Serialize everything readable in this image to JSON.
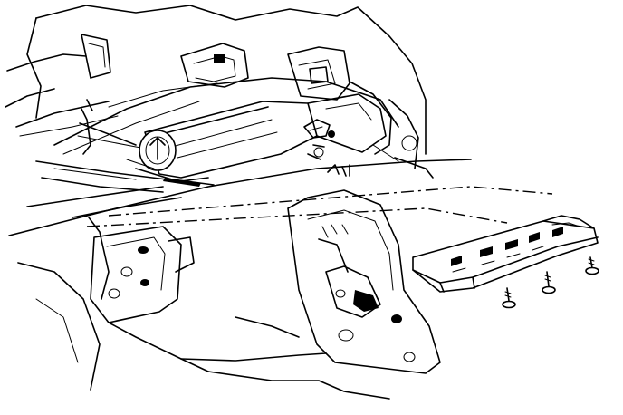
{
  "figure": {
    "kind": "exploded-view line drawing",
    "palette": {
      "ink": "#000000",
      "paper": "#ffffff"
    },
    "parts": [
      "vehicle-body-structure",
      "tunnel-module",
      "mounting-plate",
      "fasteners"
    ],
    "fastener_count": 3
  }
}
